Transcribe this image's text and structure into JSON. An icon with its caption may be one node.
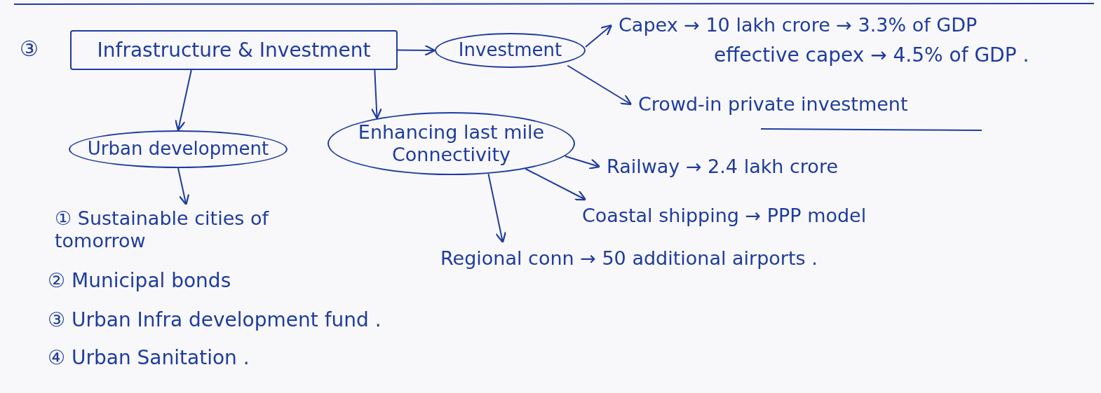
{
  "diagram": {
    "nodes": [
      {
        "text": [
          "Infrastructure & Investment"
        ],
        "beside": [
          "③"
        ]
      },
      {
        "text": [
          "Investment"
        ]
      },
      {
        "text": [
          "Capex → 10 lakh crore → 3.3% of GDP"
        ]
      },
      {
        "text": [
          "Crowd-in private investment"
        ]
      },
      {
        "text": [
          "Urban development"
        ]
      },
      {
        "text": [
          "Enhancing last mile Connectivity"
        ]
      },
      {
        "text": [
          "Railway → 2.4 lakh crore"
        ]
      },
      {
        "text": [
          "Coastal shipping → PPP model"
        ]
      },
      {
        "text": [
          "Regional conn → 50 additional airports ."
        ]
      },
      {
        "text": [
          "① Sustainable cities of tomorrow"
        ]
      }
    ],
    "edges": [
      {
        "from": 0,
        "to": 1,
        "arrow": "to"
      },
      {
        "from": 1,
        "to": 2,
        "arrow": "to"
      },
      {
        "from": 1,
        "to": 3,
        "arrow": "to"
      },
      {
        "from": 0,
        "to": 4,
        "arrow": "to"
      },
      {
        "from": 0,
        "to": 5,
        "arrow": "to"
      },
      {
        "from": 5,
        "to": 6,
        "arrow": "to"
      },
      {
        "from": 5,
        "to": 7,
        "arrow": "to"
      },
      {
        "from": 5,
        "to": 8,
        "arrow": "to"
      },
      {
        "from": 4,
        "to": 9,
        "arrow": "to"
      }
    ],
    "labels": [
      "effective capex → 4.5% of GDP .",
      "② Municipal bonds",
      "③ Urban Infra development fund .",
      "④ Urban Sanitation ."
    ]
  }
}
